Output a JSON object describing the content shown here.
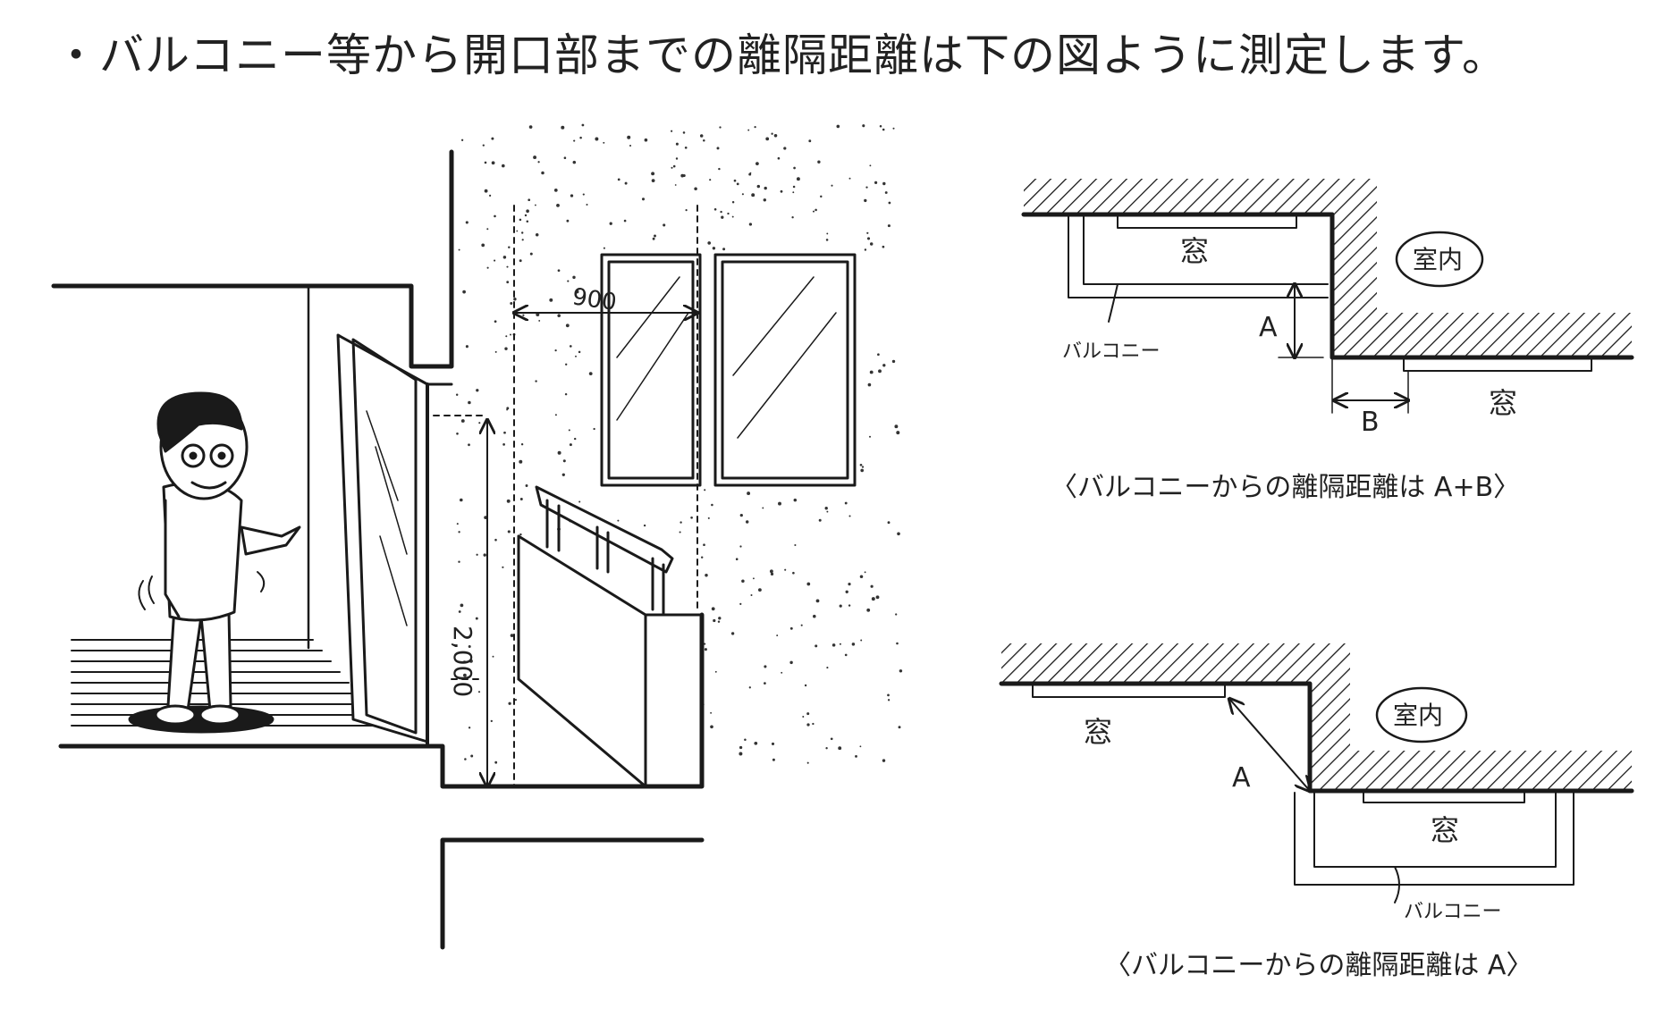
{
  "heading": "・バルコニー等から開口部までの離隔距離は下の図ように測定します。",
  "left_illustration": {
    "dim_width": "900",
    "dim_height": "2,000"
  },
  "diagram_top": {
    "window_upper": "窓",
    "window_lower": "窓",
    "indoor": "室内",
    "balcony": "バルコニー",
    "label_a": "A",
    "label_b": "B",
    "caption": "〈バルコニーからの離隔距離は A+B〉"
  },
  "diagram_bottom": {
    "window_upper": "窓",
    "window_lower": "窓",
    "indoor": "室内",
    "balcony": "バルコニー",
    "label_a": "A",
    "caption": "〈バルコニーからの離隔距離は A〉"
  },
  "colors": {
    "ink": "#1a1a1a",
    "paper": "#ffffff"
  }
}
